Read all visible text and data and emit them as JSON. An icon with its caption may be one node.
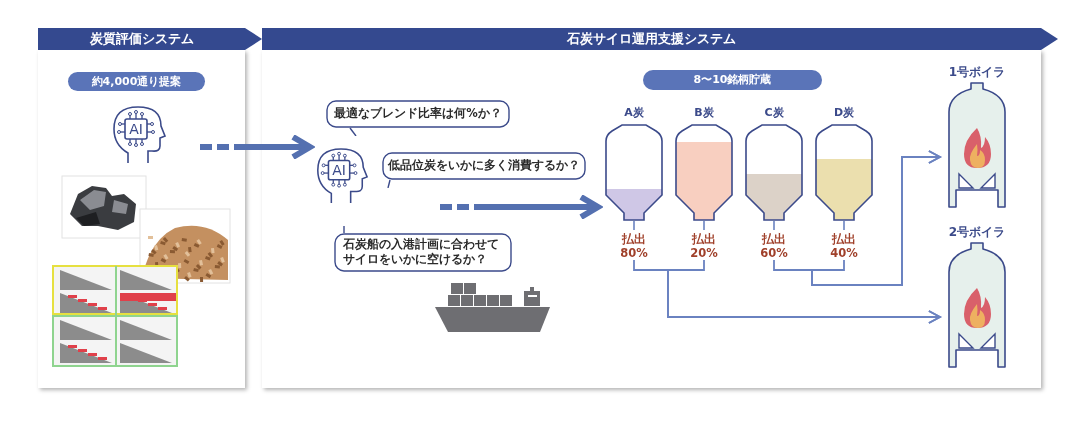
{
  "diagram": {
    "nodes": [
      {
        "text": [
          "炭質評価システム"
        ]
      },
      {
        "text": [
          "約4,000通り提案"
        ],
        "in": 0
      },
      {
        "text": [
          "AI"
        ],
        "in": 0
      },
      {
        "text": [
          "石炭サイロ運用支援システム"
        ]
      },
      {
        "text": [
          "AI"
        ],
        "in": 3
      },
      {
        "text": [
          "最適なブレンド比率は何%か？"
        ],
        "in": 3
      },
      {
        "text": [
          "低品位炭をいかに多く消費するか？"
        ],
        "in": 3
      },
      {
        "text": [
          "石炭船の入港計画に合わせてサイロをいかに空けるか？"
        ],
        "in": 3
      },
      {
        "text": [
          "8〜10銘柄貯蔵"
        ],
        "in": 3
      },
      {
        "text": [
          "A炭",
          "払出",
          "80%"
        ],
        "in": 3
      },
      {
        "text": [
          "B炭",
          "払出",
          "20%"
        ],
        "in": 3
      },
      {
        "text": [
          "C炭",
          "払出",
          "60%"
        ],
        "in": 3
      },
      {
        "text": [
          "D炭",
          "払出",
          "40%"
        ],
        "in": 3
      },
      {
        "text": [
          "1号ボイラ"
        ],
        "in": 3
      },
      {
        "text": [
          "2号ボイラ"
        ],
        "in": 3
      }
    ],
    "edges": [
      {
        "from": null,
        "to": 4,
        "arrow": "to",
        "style": "dashed"
      },
      {
        "from": null,
        "to": 9,
        "arrow": "to",
        "style": "dashed"
      },
      {
        "from": 9,
        "to": 14,
        "arrow": "to"
      },
      {
        "from": 10,
        "to": 14,
        "arrow": "to"
      },
      {
        "from": 11,
        "to": 13,
        "arrow": "to"
      },
      {
        "from": 12,
        "to": 13,
        "arrow": "to"
      }
    ]
  }
}
